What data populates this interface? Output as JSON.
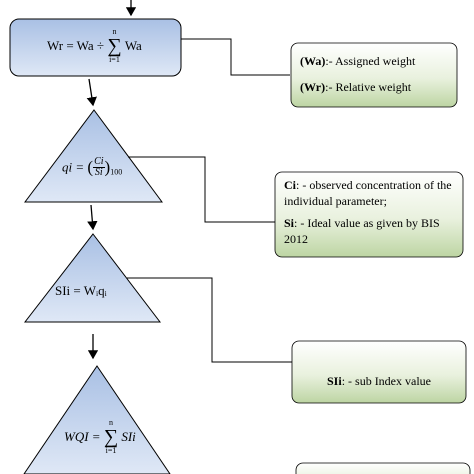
{
  "equations": {
    "wr": {
      "lhs": "Wr = Wa ÷",
      "upper": "n",
      "sigma": "∑",
      "lower": "i=1",
      "rhs": "Wa"
    },
    "qi": {
      "lhs": "qi =",
      "paren_open": "(",
      "num": "Ci",
      "den": "Si",
      "paren_close": ")",
      "factor": "100"
    },
    "sli": {
      "text": "SIi = Wᵢqᵢ"
    },
    "wqi": {
      "lhs": "WQI =",
      "upper": "n",
      "sigma": "∑",
      "lower": "i=1",
      "rhs": "SIi"
    }
  },
  "notes": {
    "weights": {
      "wa_term": "(Wa)",
      "wa_desc": ":- Assigned weight",
      "wr_term": "(Wr)",
      "wr_desc": ":- Relative weight"
    },
    "concentration": {
      "ci_term": "Ci",
      "ci_desc": ": - observed concentration of the individual parameter;",
      "si_term": "Si",
      "si_desc": ": - Ideal value as given by BIS 2012"
    },
    "subindex": {
      "term": "SIi",
      "desc": ": - sub Index value"
    }
  },
  "colors": {
    "node_top": "#a9c0e4",
    "node_bottom": "#dfe8f6",
    "note_top": "#ffffff",
    "note_bottom": "#bdd5a3",
    "stroke": "#000000"
  }
}
